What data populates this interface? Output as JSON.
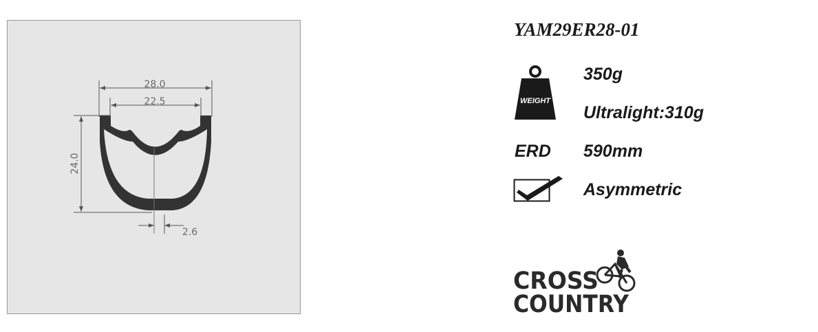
{
  "product": {
    "model": "YAM29ER28-01",
    "weight": "350g",
    "ultralight_weight": "Ultralight:310g",
    "erd_label": "ERD",
    "erd_value": "590mm",
    "profile": "Asymmetric"
  },
  "diagram": {
    "outer_width": "28.0",
    "inner_width": "22.5",
    "depth": "24.0",
    "offset": "2.6"
  },
  "icons": {
    "weight": "weight-icon",
    "weight_text": "WEIGHT",
    "check": "checkbox-check-icon"
  },
  "logo": {
    "line1": "CROSS",
    "line2": "COUNTRY"
  },
  "colors": {
    "panel_bg": "#e6e6e6",
    "rim": "#333333",
    "text": "#1a1a1a"
  }
}
